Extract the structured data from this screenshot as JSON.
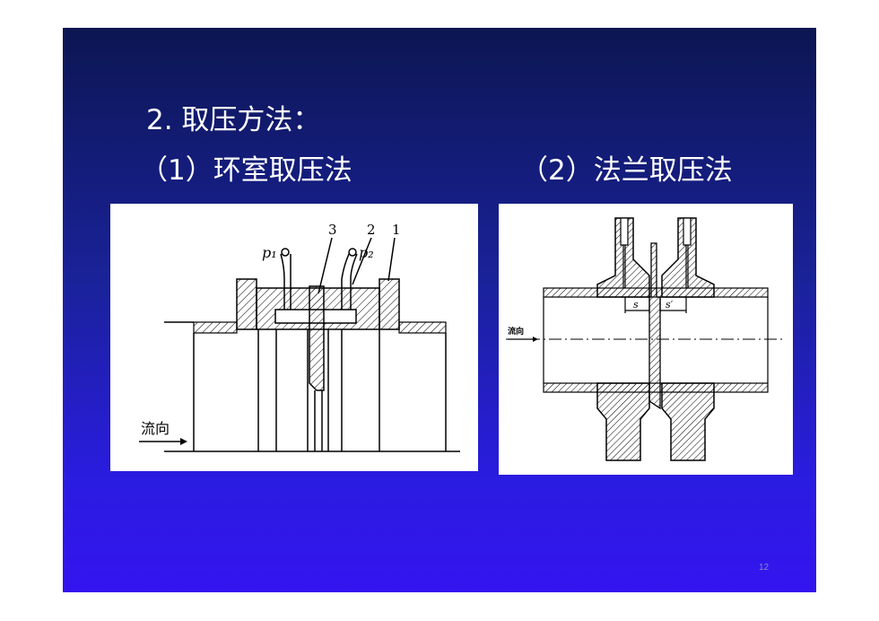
{
  "slide": {
    "heading": "2. 取压方法：",
    "method1": "（1）环室取压法",
    "method2": "（2）法兰取压法",
    "page_number": "12"
  },
  "figure1": {
    "label_p1": "p₁",
    "label_p2": "p₂",
    "callout_3": "3",
    "callout_2": "2",
    "callout_1": "1",
    "flow_label": "流向"
  },
  "figure2": {
    "label_s": "s",
    "label_s_prime": "s′",
    "flow_label": "流向"
  }
}
